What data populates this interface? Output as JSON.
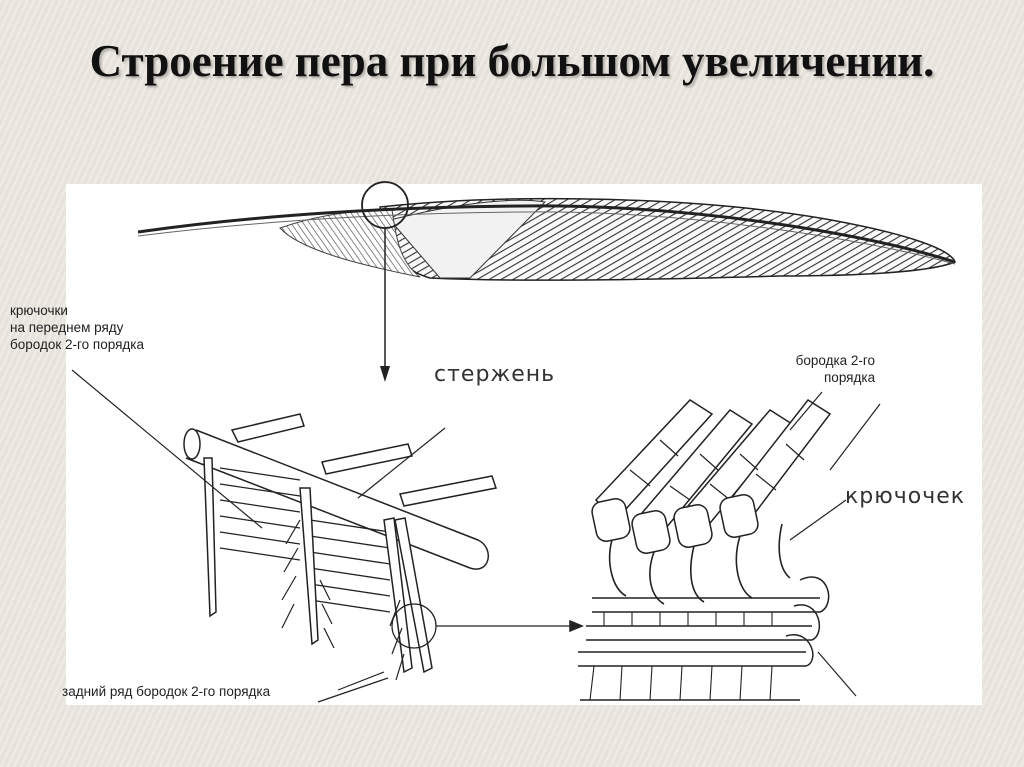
{
  "title": "Строение пера при большом увеличении.",
  "labels": {
    "hooks_front_row": [
      "крючочки",
      "на переднем ряду",
      "бородок 2-го порядка"
    ],
    "shaft": "стержень",
    "barb_second_order": [
      "бородка 2-го",
      "порядка"
    ],
    "hook": "крючочек",
    "back_row": "задний ряд бородок 2-го порядка"
  },
  "colors": {
    "background": "#ebe7e0",
    "panel": "#ffffff",
    "ink": "#222222"
  }
}
